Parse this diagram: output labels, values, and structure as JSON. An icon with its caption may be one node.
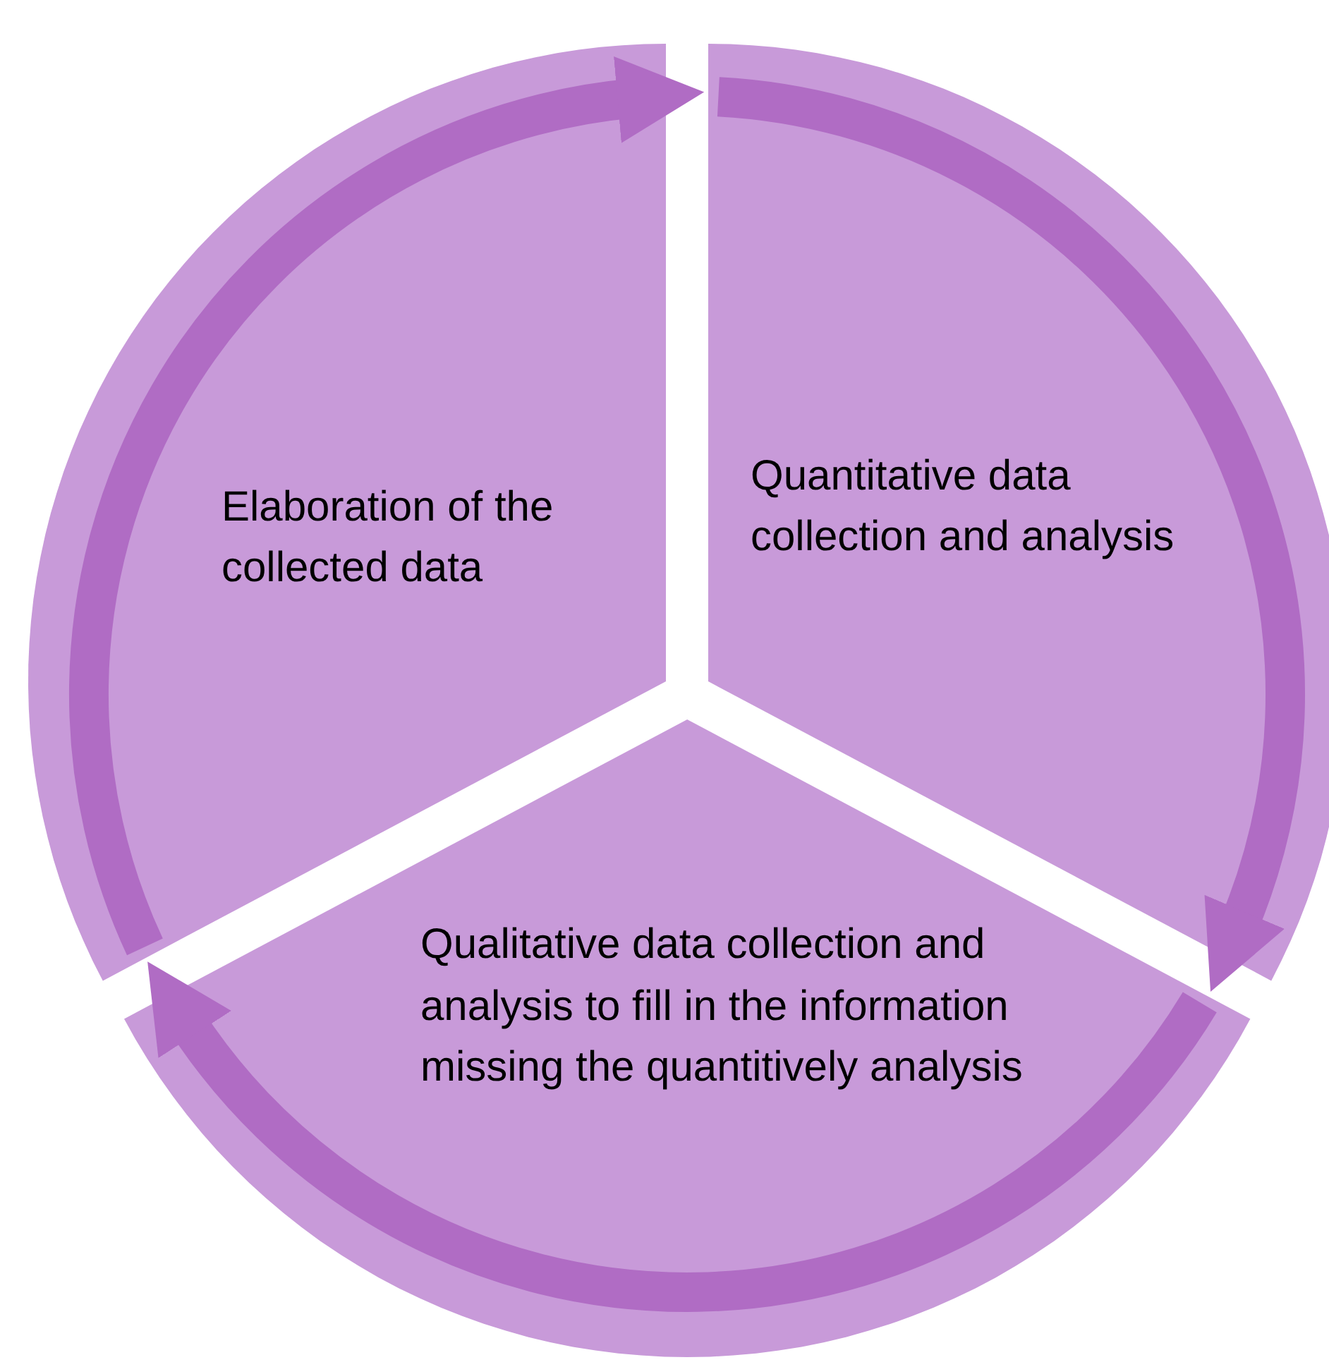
{
  "diagram": {
    "nodes": [
      {
        "text": [
          "Elaboration of the collected data"
        ]
      },
      {
        "text": [
          "Quantitative data collection and analysis"
        ]
      },
      {
        "text": [
          "Qualitative data collection and analysis to fill in the information missing the quantitively analysis"
        ]
      }
    ],
    "edges": [
      {
        "from": 0,
        "to": 1,
        "arrow": "to"
      },
      {
        "from": 1,
        "to": 2,
        "arrow": "to"
      },
      {
        "from": 2,
        "to": 0,
        "arrow": "to"
      }
    ]
  }
}
